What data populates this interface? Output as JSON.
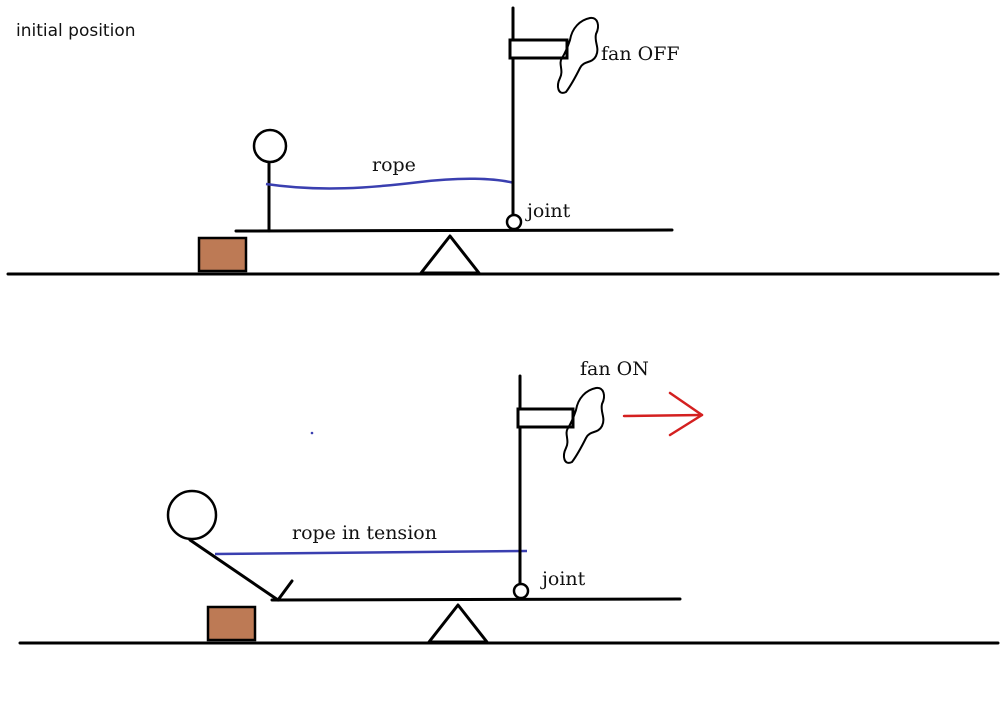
{
  "top_panel": {
    "heading": "initial position",
    "fan_label": "fan OFF",
    "rope_label": "rope",
    "joint_label": "joint"
  },
  "bottom_panel": {
    "fan_label": "fan ON",
    "rope_label": "rope in tension",
    "joint_label": "joint"
  },
  "colors": {
    "rope": "#3a3fb0",
    "box": "#bd7a55",
    "arrow": "#d42020",
    "ink": "#000000"
  }
}
